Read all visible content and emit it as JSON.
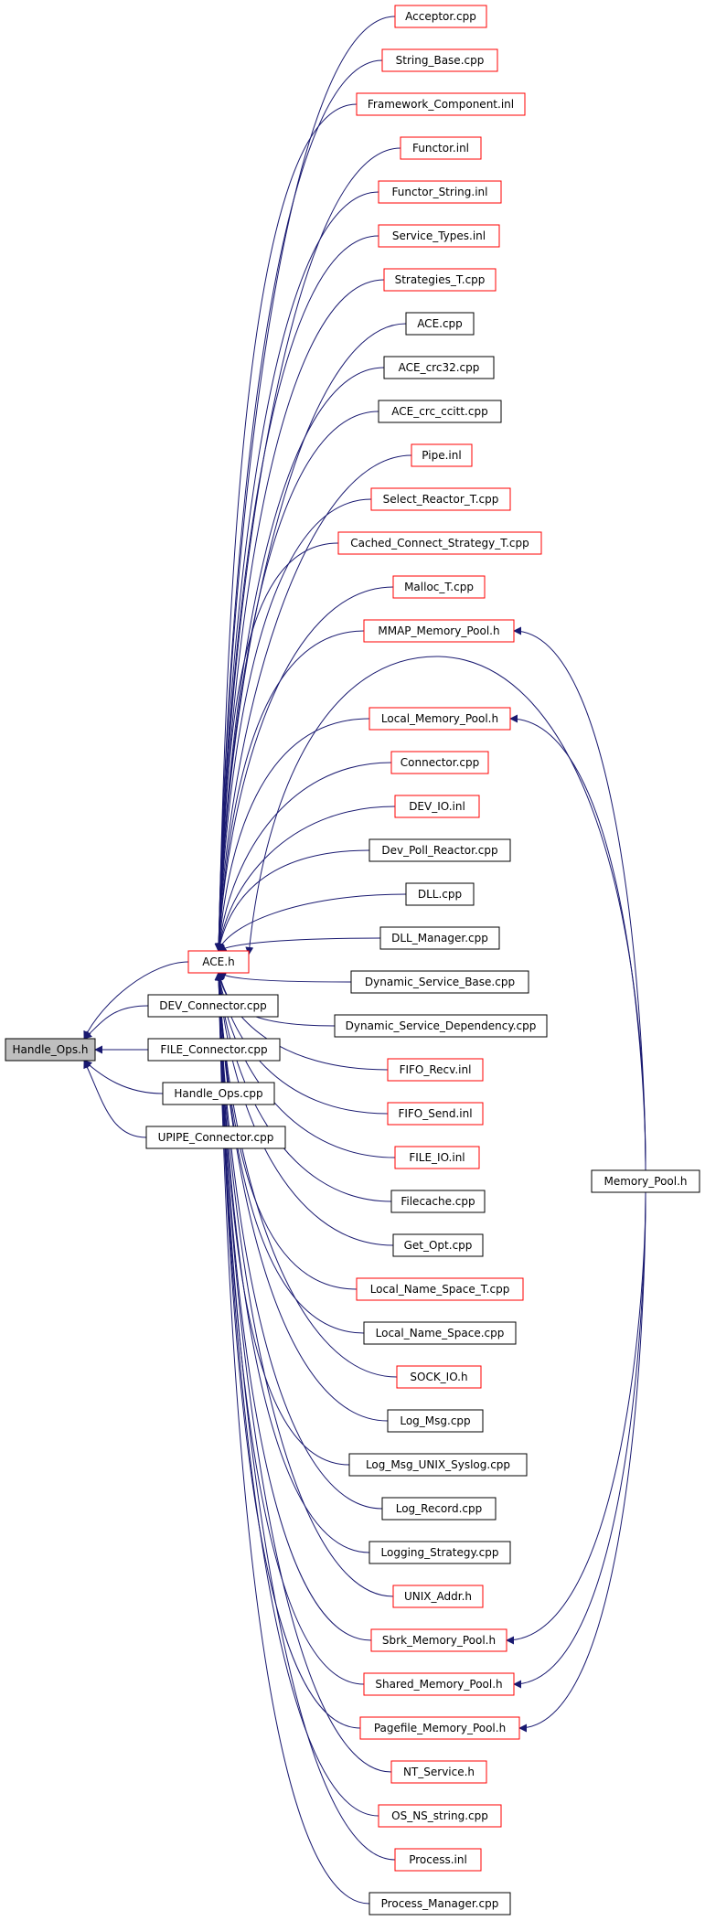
{
  "colors": {
    "edge": "#191970",
    "border_default": "#000000",
    "border_truncated": "#ff0000",
    "root_fill": "#bfbfbf",
    "node_fill": "#ffffff"
  },
  "nodes": [
    {
      "id": "handle_ops_h",
      "label": "Handle_Ops.h",
      "style": "root"
    },
    {
      "id": "ace_h",
      "label": "ACE.h",
      "style": "truncated"
    },
    {
      "id": "dev_connector_cpp",
      "label": "DEV_Connector.cpp",
      "style": "normal"
    },
    {
      "id": "file_connector_cpp",
      "label": "FILE_Connector.cpp",
      "style": "normal"
    },
    {
      "id": "handle_ops_cpp",
      "label": "Handle_Ops.cpp",
      "style": "normal"
    },
    {
      "id": "upipe_connector_cpp",
      "label": "UPIPE_Connector.cpp",
      "style": "normal"
    },
    {
      "id": "acceptor_cpp",
      "label": "Acceptor.cpp",
      "style": "truncated"
    },
    {
      "id": "string_base_cpp",
      "label": "String_Base.cpp",
      "style": "truncated"
    },
    {
      "id": "framework_component_inl",
      "label": "Framework_Component.inl",
      "style": "truncated"
    },
    {
      "id": "functor_inl",
      "label": "Functor.inl",
      "style": "truncated"
    },
    {
      "id": "functor_string_inl",
      "label": "Functor_String.inl",
      "style": "truncated"
    },
    {
      "id": "service_types_inl",
      "label": "Service_Types.inl",
      "style": "truncated"
    },
    {
      "id": "strategies_t_cpp",
      "label": "Strategies_T.cpp",
      "style": "truncated"
    },
    {
      "id": "ace_cpp",
      "label": "ACE.cpp",
      "style": "normal"
    },
    {
      "id": "ace_crc32_cpp",
      "label": "ACE_crc32.cpp",
      "style": "normal"
    },
    {
      "id": "ace_crc_ccitt_cpp",
      "label": "ACE_crc_ccitt.cpp",
      "style": "normal"
    },
    {
      "id": "pipe_inl",
      "label": "Pipe.inl",
      "style": "truncated"
    },
    {
      "id": "select_reactor_t_cpp",
      "label": "Select_Reactor_T.cpp",
      "style": "truncated"
    },
    {
      "id": "cached_connect_strategy_t_cpp",
      "label": "Cached_Connect_Strategy_T.cpp",
      "style": "truncated"
    },
    {
      "id": "malloc_t_cpp",
      "label": "Malloc_T.cpp",
      "style": "truncated"
    },
    {
      "id": "mmap_memory_pool_h",
      "label": "MMAP_Memory_Pool.h",
      "style": "truncated"
    },
    {
      "id": "local_memory_pool_h",
      "label": "Local_Memory_Pool.h",
      "style": "truncated"
    },
    {
      "id": "connector_cpp",
      "label": "Connector.cpp",
      "style": "truncated"
    },
    {
      "id": "dev_io_inl",
      "label": "DEV_IO.inl",
      "style": "truncated"
    },
    {
      "id": "dev_poll_reactor_cpp",
      "label": "Dev_Poll_Reactor.cpp",
      "style": "normal"
    },
    {
      "id": "dll_cpp",
      "label": "DLL.cpp",
      "style": "normal"
    },
    {
      "id": "dll_manager_cpp",
      "label": "DLL_Manager.cpp",
      "style": "normal"
    },
    {
      "id": "dynamic_service_base_cpp",
      "label": "Dynamic_Service_Base.cpp",
      "style": "normal"
    },
    {
      "id": "dynamic_service_dependency_cpp",
      "label": "Dynamic_Service_Dependency.cpp",
      "style": "normal"
    },
    {
      "id": "fifo_recv_inl",
      "label": "FIFO_Recv.inl",
      "style": "truncated"
    },
    {
      "id": "fifo_send_inl",
      "label": "FIFO_Send.inl",
      "style": "truncated"
    },
    {
      "id": "file_io_inl",
      "label": "FILE_IO.inl",
      "style": "truncated"
    },
    {
      "id": "filecache_cpp",
      "label": "Filecache.cpp",
      "style": "normal"
    },
    {
      "id": "get_opt_cpp",
      "label": "Get_Opt.cpp",
      "style": "normal"
    },
    {
      "id": "local_name_space_t_cpp",
      "label": "Local_Name_Space_T.cpp",
      "style": "truncated"
    },
    {
      "id": "local_name_space_cpp",
      "label": "Local_Name_Space.cpp",
      "style": "normal"
    },
    {
      "id": "sock_io_h",
      "label": "SOCK_IO.h",
      "style": "truncated"
    },
    {
      "id": "log_msg_cpp",
      "label": "Log_Msg.cpp",
      "style": "normal"
    },
    {
      "id": "log_msg_unix_syslog_cpp",
      "label": "Log_Msg_UNIX_Syslog.cpp",
      "style": "normal"
    },
    {
      "id": "log_record_cpp",
      "label": "Log_Record.cpp",
      "style": "normal"
    },
    {
      "id": "logging_strategy_cpp",
      "label": "Logging_Strategy.cpp",
      "style": "normal"
    },
    {
      "id": "unix_addr_h",
      "label": "UNIX_Addr.h",
      "style": "truncated"
    },
    {
      "id": "sbrk_memory_pool_h",
      "label": "Sbrk_Memory_Pool.h",
      "style": "truncated"
    },
    {
      "id": "shared_memory_pool_h",
      "label": "Shared_Memory_Pool.h",
      "style": "truncated"
    },
    {
      "id": "pagefile_memory_pool_h",
      "label": "Pagefile_Memory_Pool.h",
      "style": "truncated"
    },
    {
      "id": "nt_service_h",
      "label": "NT_Service.h",
      "style": "truncated"
    },
    {
      "id": "os_ns_string_cpp",
      "label": "OS_NS_string.cpp",
      "style": "truncated"
    },
    {
      "id": "process_inl",
      "label": "Process.inl",
      "style": "truncated"
    },
    {
      "id": "process_manager_cpp",
      "label": "Process_Manager.cpp",
      "style": "normal"
    },
    {
      "id": "memory_pool_h",
      "label": "Memory_Pool.h",
      "style": "normal"
    }
  ],
  "edges": [
    {
      "from": "ace_h",
      "to": "handle_ops_h"
    },
    {
      "from": "dev_connector_cpp",
      "to": "handle_ops_h"
    },
    {
      "from": "file_connector_cpp",
      "to": "handle_ops_h"
    },
    {
      "from": "handle_ops_cpp",
      "to": "handle_ops_h"
    },
    {
      "from": "upipe_connector_cpp",
      "to": "handle_ops_h"
    },
    {
      "from": "acceptor_cpp",
      "to": "ace_h"
    },
    {
      "from": "string_base_cpp",
      "to": "ace_h"
    },
    {
      "from": "framework_component_inl",
      "to": "ace_h"
    },
    {
      "from": "functor_inl",
      "to": "ace_h"
    },
    {
      "from": "functor_string_inl",
      "to": "ace_h"
    },
    {
      "from": "service_types_inl",
      "to": "ace_h"
    },
    {
      "from": "strategies_t_cpp",
      "to": "ace_h"
    },
    {
      "from": "ace_cpp",
      "to": "ace_h"
    },
    {
      "from": "ace_crc32_cpp",
      "to": "ace_h"
    },
    {
      "from": "ace_crc_ccitt_cpp",
      "to": "ace_h"
    },
    {
      "from": "pipe_inl",
      "to": "ace_h"
    },
    {
      "from": "select_reactor_t_cpp",
      "to": "ace_h"
    },
    {
      "from": "cached_connect_strategy_t_cpp",
      "to": "ace_h"
    },
    {
      "from": "malloc_t_cpp",
      "to": "ace_h"
    },
    {
      "from": "mmap_memory_pool_h",
      "to": "ace_h"
    },
    {
      "from": "memory_pool_h",
      "to": "ace_h"
    },
    {
      "from": "local_memory_pool_h",
      "to": "ace_h"
    },
    {
      "from": "connector_cpp",
      "to": "ace_h"
    },
    {
      "from": "dev_io_inl",
      "to": "ace_h"
    },
    {
      "from": "dev_poll_reactor_cpp",
      "to": "ace_h"
    },
    {
      "from": "dll_cpp",
      "to": "ace_h"
    },
    {
      "from": "dll_manager_cpp",
      "to": "ace_h"
    },
    {
      "from": "dynamic_service_base_cpp",
      "to": "ace_h"
    },
    {
      "from": "dynamic_service_dependency_cpp",
      "to": "ace_h"
    },
    {
      "from": "fifo_recv_inl",
      "to": "ace_h"
    },
    {
      "from": "fifo_send_inl",
      "to": "ace_h"
    },
    {
      "from": "file_io_inl",
      "to": "ace_h"
    },
    {
      "from": "filecache_cpp",
      "to": "ace_h"
    },
    {
      "from": "get_opt_cpp",
      "to": "ace_h"
    },
    {
      "from": "local_name_space_t_cpp",
      "to": "ace_h"
    },
    {
      "from": "local_name_space_cpp",
      "to": "ace_h"
    },
    {
      "from": "sock_io_h",
      "to": "ace_h"
    },
    {
      "from": "log_msg_cpp",
      "to": "ace_h"
    },
    {
      "from": "log_msg_unix_syslog_cpp",
      "to": "ace_h"
    },
    {
      "from": "log_record_cpp",
      "to": "ace_h"
    },
    {
      "from": "logging_strategy_cpp",
      "to": "ace_h"
    },
    {
      "from": "unix_addr_h",
      "to": "ace_h"
    },
    {
      "from": "sbrk_memory_pool_h",
      "to": "ace_h"
    },
    {
      "from": "shared_memory_pool_h",
      "to": "ace_h"
    },
    {
      "from": "pagefile_memory_pool_h",
      "to": "ace_h"
    },
    {
      "from": "nt_service_h",
      "to": "ace_h"
    },
    {
      "from": "os_ns_string_cpp",
      "to": "ace_h"
    },
    {
      "from": "process_inl",
      "to": "ace_h"
    },
    {
      "from": "process_manager_cpp",
      "to": "ace_h"
    },
    {
      "from": "memory_pool_h",
      "to": "mmap_memory_pool_h"
    },
    {
      "from": "memory_pool_h",
      "to": "local_memory_pool_h"
    },
    {
      "from": "memory_pool_h",
      "to": "sbrk_memory_pool_h"
    },
    {
      "from": "memory_pool_h",
      "to": "shared_memory_pool_h"
    },
    {
      "from": "memory_pool_h",
      "to": "pagefile_memory_pool_h"
    }
  ]
}
